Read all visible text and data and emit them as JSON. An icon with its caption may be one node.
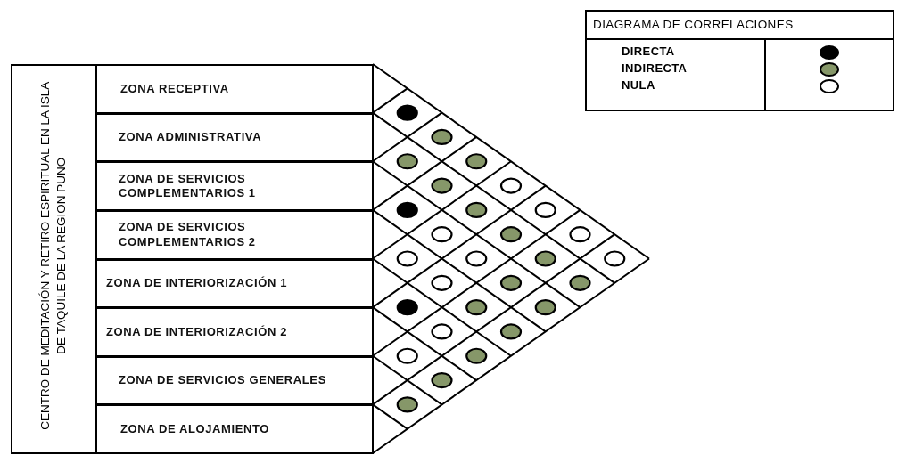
{
  "diagram": {
    "nodes": [
      {
        "text": [
          "CENTRO DE MEDITACIÓN Y RETIRO ESPIRITUAL EN LA ISLA DE TAQUILE DE LA  REGION PUNO"
        ]
      },
      {
        "text": [
          "ZONA RECEPTIVA"
        ]
      },
      {
        "text": [
          "ZONA ADMINISTRATIVA"
        ]
      },
      {
        "text": [
          "ZONA DE SERVICIOS COMPLEMENTARIOS 1"
        ]
      },
      {
        "text": [
          "ZONA DE SERVICIOS COMPLEMENTARIOS 2"
        ]
      },
      {
        "text": [
          "ZONA DE INTERIORIZACIÓN 1"
        ]
      },
      {
        "text": [
          "ZONA DE INTERIORIZACIÓN 2"
        ]
      },
      {
        "text": [
          "ZONA DE SERVICIOS GENERALES"
        ]
      },
      {
        "text": [
          "ZONA DE ALOJAMIENTO"
        ]
      }
    ],
    "labels": [
      "DIAGRAMA DE CORRELACIONES"
    ],
    "legend": [
      {
        "text": "DIRECTA",
        "color": "#000000"
      },
      {
        "text": "INDIRECTA",
        "color": "#869769"
      },
      {
        "text": "NULA",
        "color": "#ffffff"
      }
    ]
  }
}
